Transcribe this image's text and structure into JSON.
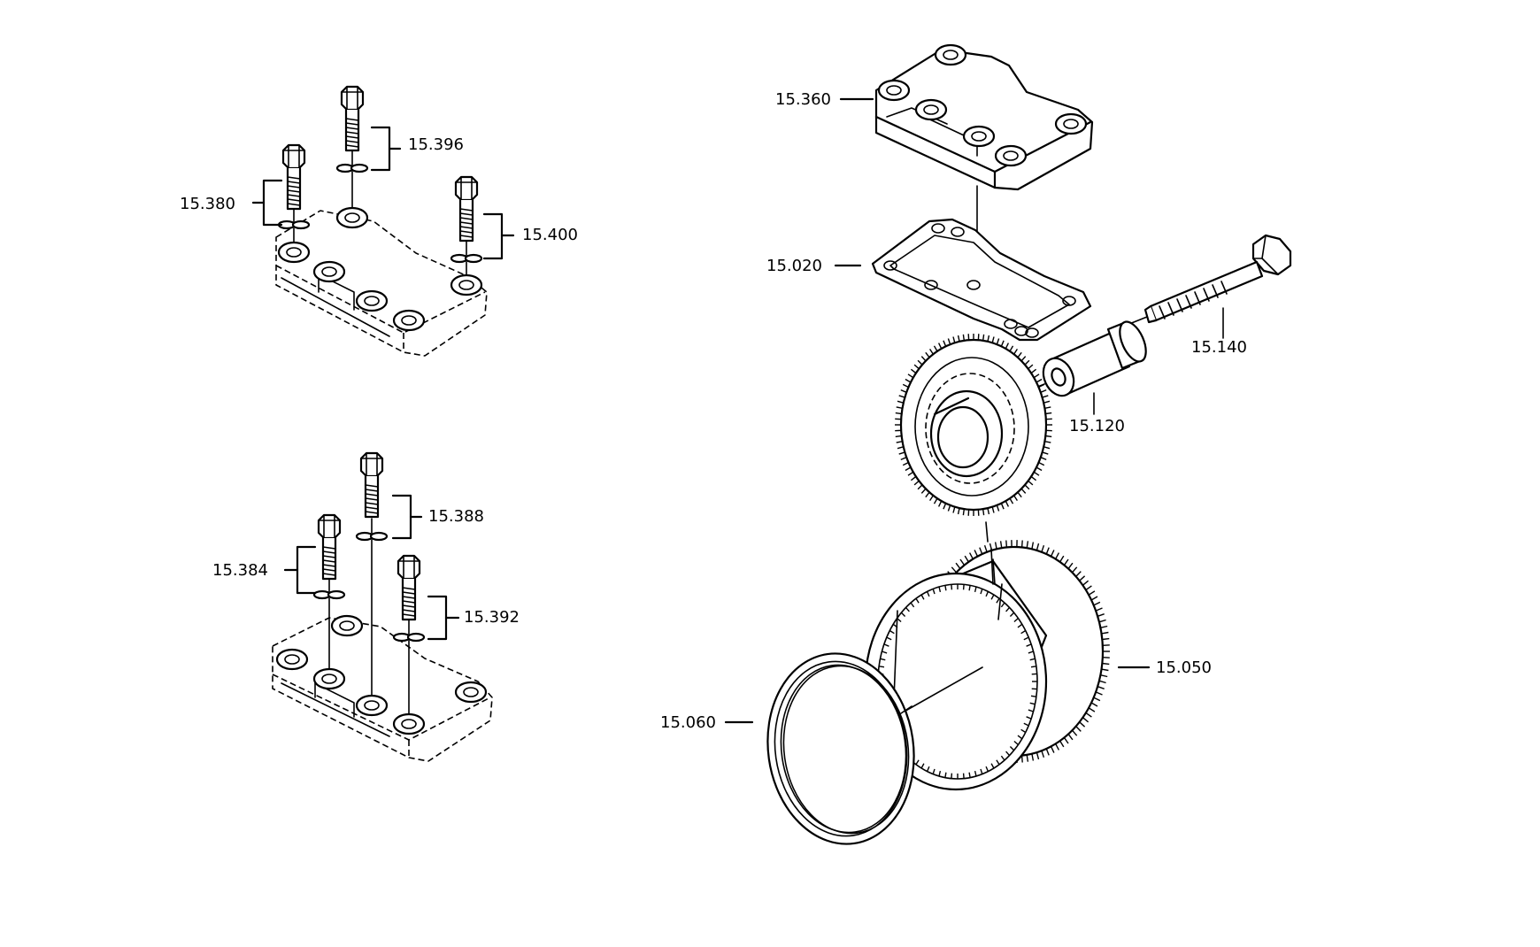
{
  "labels": {
    "p15_396": "15.396",
    "p15_380": "15.380",
    "p15_400": "15.400",
    "p15_388": "15.388",
    "p15_384": "15.384",
    "p15_392": "15.392",
    "p15_360": "15.360",
    "p15_020": "15.020",
    "p15_140": "15.140",
    "p15_120": "15.120",
    "p15_050": "15.050",
    "p15_060": "15.060"
  },
  "colors": {
    "line": "#000000",
    "background": "#ffffff"
  }
}
